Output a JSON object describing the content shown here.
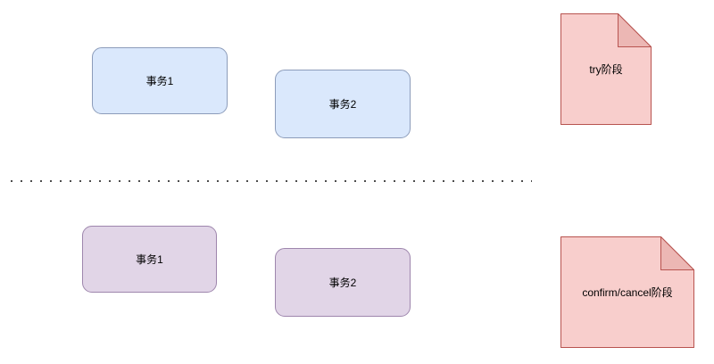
{
  "colors": {
    "canvas-bg": "#ffffff",
    "text": "#000000",
    "blue-fill": "#dae8fc",
    "blue-stroke": "#8c9cba",
    "purple-fill": "#e1d5e7",
    "purple-stroke": "#9e86ad",
    "note-fill": "#f8cecc",
    "note-fold": "#ecb7b4",
    "note-stroke": "#b85450",
    "divider": "#4d4d4d"
  },
  "try_phase": {
    "transactions": [
      "事务1",
      "事务2"
    ],
    "note_label": "try阶段"
  },
  "confirm_phase": {
    "transactions": [
      "事务1",
      "事务2"
    ],
    "note_label": "confirm/cancel阶段"
  }
}
